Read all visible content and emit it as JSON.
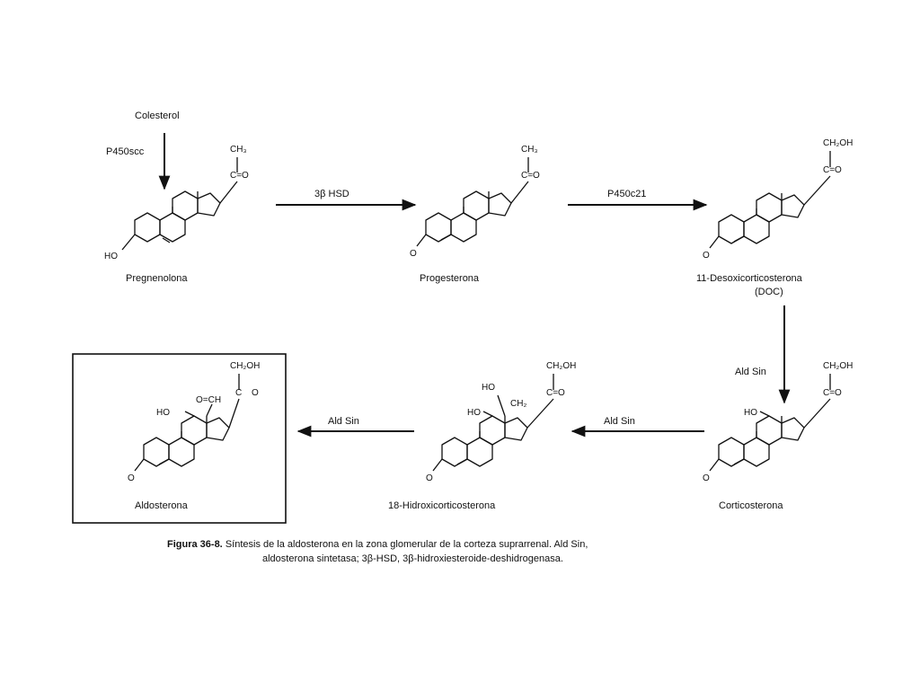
{
  "compounds": {
    "pregnenolona": {
      "name": "Pregnenolona",
      "top_group": "CH₃",
      "keto": "C=O",
      "oh": "HO"
    },
    "progesterona": {
      "name": "Progesterona",
      "top_group": "CH₃",
      "keto": "C=O",
      "oxo": "O"
    },
    "doc": {
      "name": "11-Desoxicorticosterona",
      "name2": "(DOC)",
      "top_group": "CH₂OH",
      "keto": "C=O",
      "oxo": "O"
    },
    "corticosterona": {
      "name": "Corticosterona",
      "top_group": "CH₂OH",
      "keto": "C=O",
      "oxo": "O",
      "oh11": "HO"
    },
    "hidroxicorticosterona": {
      "name": "18-Hidroxicorticosterona",
      "top_group": "CH₂OH",
      "keto": "C=O",
      "oxo": "O",
      "oh11": "HO",
      "oh18": "HO",
      "ch2": "CH₂"
    },
    "aldosterona": {
      "name": "Aldosterona",
      "top_group": "CH₂OH",
      "keto": "C",
      "keto_o": "O",
      "oxo": "O",
      "oh11": "HO",
      "ald": "O=CH"
    }
  },
  "arrows": {
    "colesterol": "Colesterol",
    "p450scc": "P450scc",
    "hsd": "3β HSD",
    "p450c21": "P450c21",
    "aldsin1": "Ald Sin",
    "aldsin2": "Ald Sin",
    "aldsin3": "Ald Sin"
  },
  "caption": {
    "figure": "Figura 36-8.",
    "line1": "Síntesis de la aldosterona en la zona glomerular de la corteza suprarrenal. Ald Sin,",
    "line2": "aldosterona sintetasa; 3β-HSD, 3β-hidroxiesteroide-deshidrogenasa."
  }
}
